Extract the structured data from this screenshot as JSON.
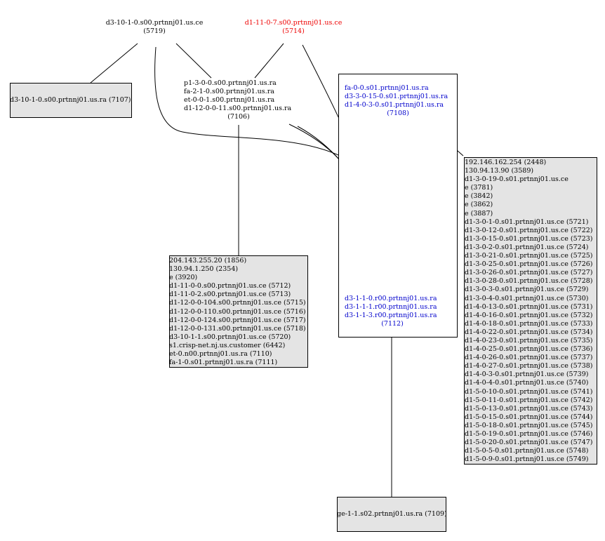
{
  "nodes": {
    "n5719": {
      "lines": [
        "d3-10-1-0.s00.prtnnj01.us.ce",
        "(5719)"
      ]
    },
    "n5714": {
      "lines": [
        "d1-11-0-7.s00.prtnnj01.us.ce",
        "(5714)"
      ],
      "color": "#ee0000"
    },
    "n7107": {
      "lines": [
        "d3-10-1-0.s00.prtnnj01.us.ra (7107)"
      ]
    },
    "n7106": {
      "lines": [
        "p1-3-0-0.s00.prtnnj01.us.ra",
        "fa-2-1-0.s00.prtnnj01.us.ra",
        "et-0-0-1.s00.prtnnj01.us.ra",
        "d1-12-0-0-11.s00.prtnnj01.us.ra",
        "(7106)"
      ]
    },
    "n7108": {
      "lines": [
        "fa-0-0.s01.prtnnj01.us.ra",
        "d3-3-0-15-0.s01.prtnnj01.us.ra",
        "d1-4-0-3-0.s01.prtnnj01.us.ra",
        "(7108)"
      ],
      "color": "#0000cc"
    },
    "n7112": {
      "lines": [
        "d3-1-1-0.r00.prtnnj01.us.ra",
        "d3-1-1-1.r00.prtnnj01.us.ra",
        "d3-1-1-3.r00.prtnnj01.us.ra",
        "(7112)"
      ],
      "color": "#0000cc"
    },
    "n7109": {
      "lines": [
        "ge-1-1.s02.prtnnj01.us.ra (7109)"
      ]
    },
    "n1856": {
      "lines": [
        "204.143.255.20 (1856)",
        "130.94.1.250 (2354)",
        "e (3920)",
        "d1-11-0-0.s00.prtnnj01.us.ce (5712)",
        "d1-11-0-2.s00.prtnnj01.us.ce (5713)",
        "d1-12-0-0-104.s00.prtnnj01.us.ce (5715)",
        "d1-12-0-0-110.s00.prtnnj01.us.ce (5716)",
        "d1-12-0-0-124.s00.prtnnj01.us.ce (5717)",
        "d1-12-0-0-131.s00.prtnnj01.us.ce (5718)",
        "d3-10-1-1.s00.prtnnj01.us.ce (5720)",
        "s1.crisp-net.nj.us.customer (6442)",
        "et-0.n00.prtnnj01.us.ra (7110)",
        "fa-1-0.s01.prtnnj01.us.ra (7111)"
      ]
    },
    "n2448": {
      "lines": [
        "192.146.162.254 (2448)",
        "130.94.13.90 (3589)",
        "d1-3-0-19-0.s01.prtnnj01.us.ce",
        "e (3781)",
        "e (3842)",
        "e (3862)",
        "e (3887)",
        "d1-3-0-1-0.s01.prtnnj01.us.ce (5721)",
        "d1-3-0-12-0.s01.prtnnj01.us.ce (5722)",
        "d1-3-0-15-0.s01.prtnnj01.us.ce (5723)",
        "d1-3-0-2-0.s01.prtnnj01.us.ce (5724)",
        "d1-3-0-21-0.s01.prtnnj01.us.ce (5725)",
        "d1-3-0-25-0.s01.prtnnj01.us.ce (5726)",
        "d1-3-0-26-0.s01.prtnnj01.us.ce (5727)",
        "d1-3-0-28-0.s01.prtnnj01.us.ce (5728)",
        "d1-3-0-3-0.s01.prtnnj01.us.ce (5729)",
        "d1-3-0-4-0.s01.prtnnj01.us.ce (5730)",
        "d1-4-0-13-0.s01.prtnnj01.us.ce (5731)",
        "d1-4-0-16-0.s01.prtnnj01.us.ce (5732)",
        "d1-4-0-18-0.s01.prtnnj01.us.ce (5733)",
        "d1-4-0-22-0.s01.prtnnj01.us.ce (5734)",
        "d1-4-0-23-0.s01.prtnnj01.us.ce (5735)",
        "d1-4-0-25-0.s01.prtnnj01.us.ce (5736)",
        "d1-4-0-26-0.s01.prtnnj01.us.ce (5737)",
        "d1-4-0-27-0.s01.prtnnj01.us.ce (5738)",
        "d1-4-0-3-0.s01.prtnnj01.us.ce (5739)",
        "d1-4-0-4-0.s01.prtnnj01.us.ce (5740)",
        "d1-5-0-10-0.s01.prtnnj01.us.ce (5741)",
        "d1-5-0-11-0.s01.prtnnj01.us.ce (5742)",
        "d1-5-0-13-0.s01.prtnnj01.us.ce (5743)",
        "d1-5-0-15-0.s01.prtnnj01.us.ce (5744)",
        "d1-5-0-18-0.s01.prtnnj01.us.ce (5745)",
        "d1-5-0-19-0.s01.prtnnj01.us.ce (5746)",
        "d1-5-0-20-0.s01.prtnnj01.us.ce (5747)",
        "d1-5-0-5-0.s01.prtnnj01.us.ce (5748)",
        "d1-5-0-9-0.s01.prtnnj01.us.ce (5749)"
      ]
    }
  },
  "edges": [
    {
      "from": "n5719",
      "to": "n7107"
    },
    {
      "from": "n5719",
      "to": "n7106"
    },
    {
      "from": "n5714",
      "to": "n7106"
    },
    {
      "from": "n5719",
      "to": "n7112"
    },
    {
      "from": "n5714",
      "to": "n7112"
    },
    {
      "from": "n7106",
      "to": "n7112"
    },
    {
      "from": "n7106",
      "to": "n1856"
    },
    {
      "from": "n7108",
      "to": "n7112"
    },
    {
      "from": "n7108",
      "to": "n2448"
    },
    {
      "from": "n7112",
      "to": "n7109"
    }
  ],
  "colors": {
    "grey_fill": "#e4e4e4",
    "blue_text": "#0000cc",
    "red_text": "#ee0000",
    "edge": "#000000"
  }
}
